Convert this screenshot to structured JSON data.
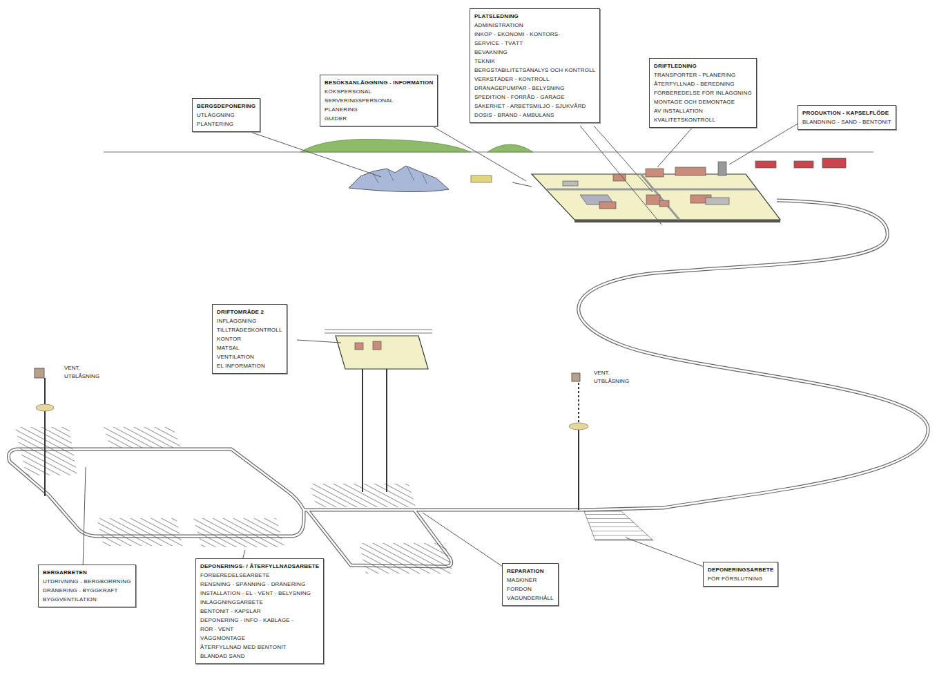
{
  "diagram": {
    "nodes": [
      {
        "text": [
          "BERGSDEPONERING",
          "UTLÄGGNING",
          "PLANTERING"
        ]
      },
      {
        "text": [
          "BESÖKSANLÄGGNING - INFORMATION",
          "KÖKSPERSONAL",
          "SERVERINGSPERSONAL",
          "PLANERING",
          "GUIDER"
        ]
      },
      {
        "text": [
          "PLATSLEDNING",
          "ADMINISTRATION",
          "INKÖP - EKONOMI - KONTORS-",
          "SERVICE - TVÄTT",
          "BEVAKNING",
          "TEKNIK",
          "BERGSTABILITETSANALYS OCH KONTROLL",
          "VERKSTÄDER - KONTROLL",
          "DRÄNAGEPUMPAR - BELYSNING",
          "SPEDITION - FÖRRÅD - GARAGE",
          "SÄKERHET - ARBETSMILJÖ - SJUKVÅRD",
          "DOSIS - BRAND - AMBULANS"
        ]
      },
      {
        "text": [
          "DRIFTLEDNING",
          "TRANSPORTER - PLANERING",
          "ÅTERFYLLNAD - BEREDNING",
          "FÖRBEREDELSE FÖR INLÄGGNING",
          "MONTAGE OCH DEMONTAGE",
          "AV INSTALLATION",
          "KVALITETSKONTROLL"
        ]
      },
      {
        "text": [
          "PRODUKTION - KAPSELFLÖDE",
          "BLANDNING - SAND - BENTONIT"
        ]
      },
      {
        "text": [
          "DRIFTOMRÅDE 2",
          "INFLÄGGNING",
          "TILLTRÄDESKONTROLL",
          "KONTOR",
          "MATSAL",
          "VENTILATION",
          "EL INFORMATION"
        ]
      },
      {
        "text": [
          "BERGARBETEN",
          "UTDRIVNING - BERGBORRNING",
          "DRÄNERING - BYGGKRAFT",
          "BYGGVENTILATION"
        ]
      },
      {
        "text": [
          "DEPONERINGS- / ÅTERFYLLNADSARBETE",
          "FÖRBEREDELSEARBETE",
          "RENSNING - SPÄNNING - DRÄNERING",
          "INSTALLATION - EL - VENT - BELYSNING",
          "INLÄGGNINGSARBETE",
          "BENTONIT - KAPSLAR",
          "DEPONERING - INFO - KABLAGE -",
          "RÖR - VENT",
          "VÄGGMONTAGE",
          "ÅTERFYLLNAD MED BENTONIT",
          "BLANDAD SAND"
        ]
      },
      {
        "text": [
          "REPARATION",
          "MASKINER",
          "FORDON",
          "VÄGUNDERHÅLL"
        ]
      },
      {
        "text": [
          "DEPONERINGSARBETE",
          "FÖR FÖRSLUTNING"
        ]
      }
    ],
    "labels": [
      "VENT. UTBLÅSNING",
      "VENT. UTBLÅSNING"
    ]
  }
}
